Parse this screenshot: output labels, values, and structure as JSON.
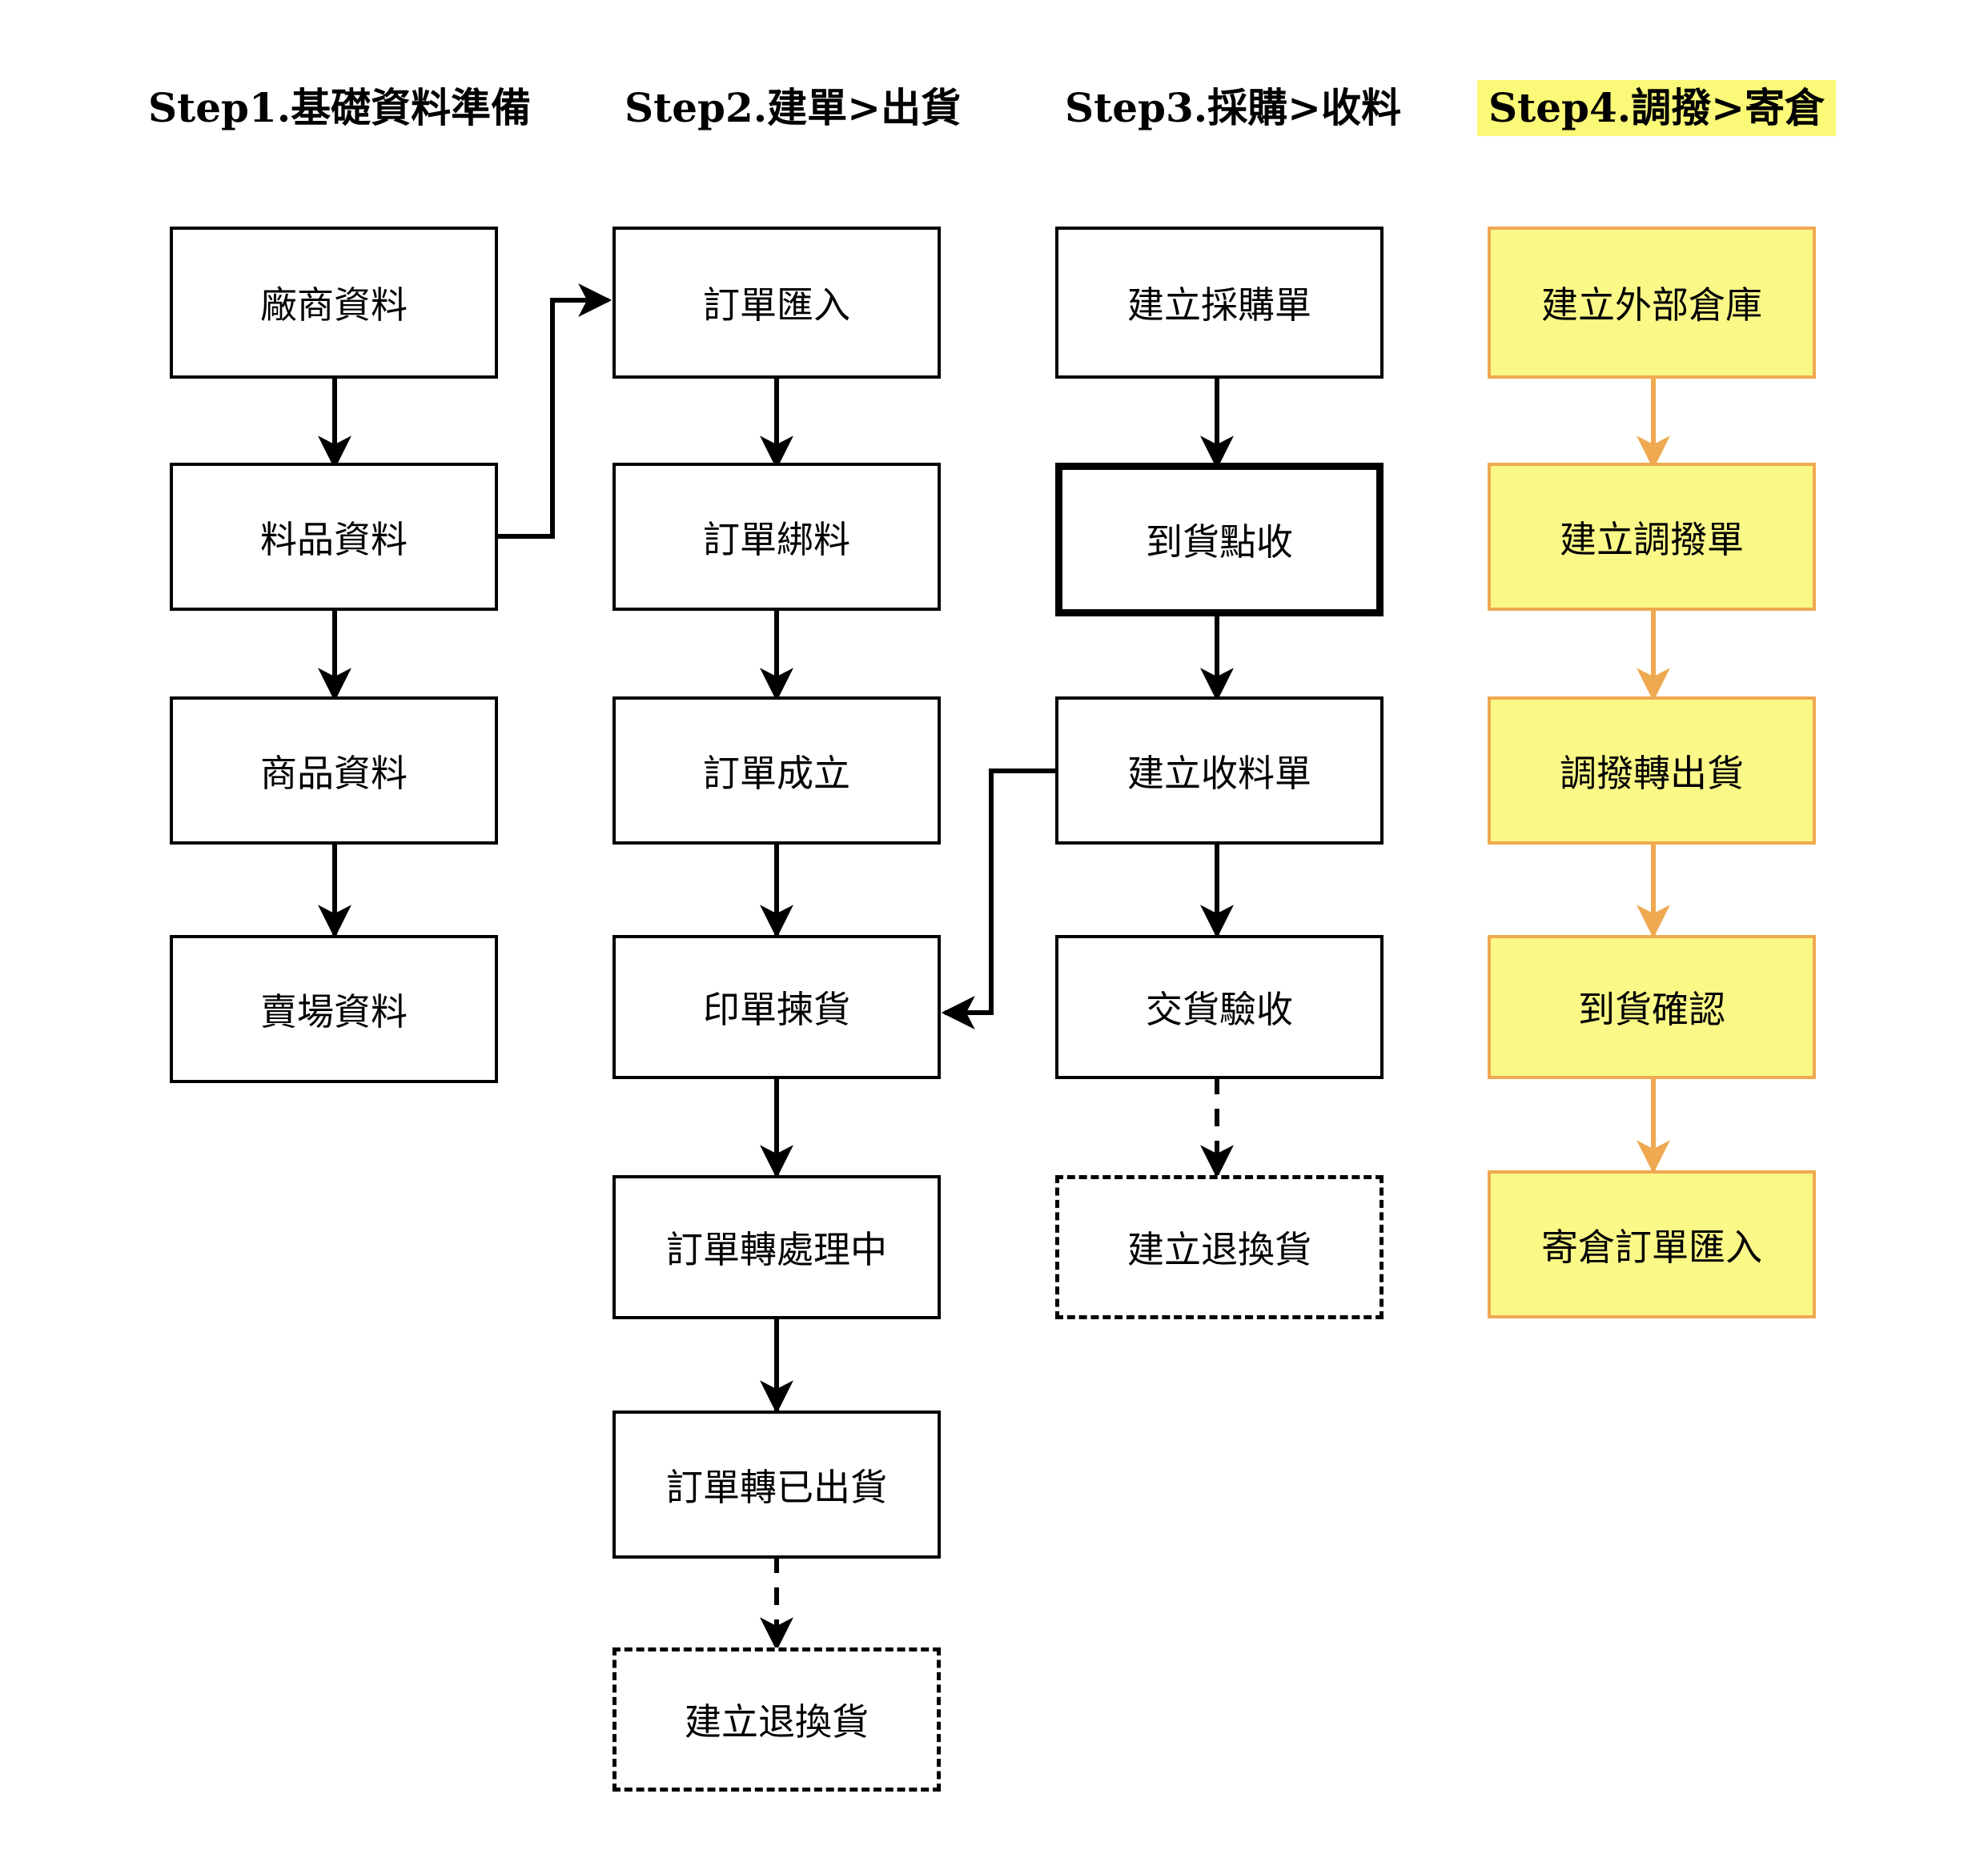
{
  "diagram": {
    "title_row": [
      {
        "id": "step1",
        "label": "Step1.基礎資料準備",
        "highlight": false
      },
      {
        "id": "step2",
        "label": "Step2.建單>出貨",
        "highlight": false
      },
      {
        "id": "step3",
        "label": "Step3.採購>收料",
        "highlight": false
      },
      {
        "id": "step4",
        "label": "Step4.調撥>寄倉",
        "highlight": true
      }
    ],
    "colors": {
      "yellow_fill": "#FAF887",
      "orange_border": "#EFA950",
      "orange_arrow": "#EFA950",
      "highlight_band": "#FAF978",
      "stroke": "#000000",
      "background": "#FFFFFF"
    },
    "columns": [
      {
        "id": "col-step1",
        "title": "Step1.基礎資料準備",
        "nodes": [
          {
            "id": "n1-1",
            "label": "廠商資料",
            "style": "solid"
          },
          {
            "id": "n1-2",
            "label": "料品資料",
            "style": "solid"
          },
          {
            "id": "n1-3",
            "label": "商品資料",
            "style": "solid"
          },
          {
            "id": "n1-4",
            "label": "賣場資料",
            "style": "solid"
          }
        ]
      },
      {
        "id": "col-step2",
        "title": "Step2.建單>出貨",
        "nodes": [
          {
            "id": "n2-1",
            "label": "訂單匯入",
            "style": "solid"
          },
          {
            "id": "n2-2",
            "label": "訂單綁料",
            "style": "solid"
          },
          {
            "id": "n2-3",
            "label": "訂單成立",
            "style": "solid"
          },
          {
            "id": "n2-4",
            "label": "印單揀貨",
            "style": "solid"
          },
          {
            "id": "n2-5",
            "label": "訂單轉處理中",
            "style": "solid"
          },
          {
            "id": "n2-6",
            "label": "訂單轉已出貨",
            "style": "solid"
          },
          {
            "id": "n2-7",
            "label": "建立退換貨",
            "style": "dashed"
          }
        ]
      },
      {
        "id": "col-step3",
        "title": "Step3.採購>收料",
        "nodes": [
          {
            "id": "n3-1",
            "label": "建立採購單",
            "style": "solid"
          },
          {
            "id": "n3-2",
            "label": "到貨點收",
            "style": "thick"
          },
          {
            "id": "n3-3",
            "label": "建立收料單",
            "style": "solid"
          },
          {
            "id": "n3-4",
            "label": "交貨驗收",
            "style": "solid"
          },
          {
            "id": "n3-5",
            "label": "建立退換貨",
            "style": "dashed"
          }
        ]
      },
      {
        "id": "col-step4",
        "title": "Step4.調撥>寄倉",
        "nodes": [
          {
            "id": "n4-1",
            "label": "建立外部倉庫",
            "style": "yellow"
          },
          {
            "id": "n4-2",
            "label": "建立調撥單",
            "style": "yellow"
          },
          {
            "id": "n4-3",
            "label": "調撥轉出貨",
            "style": "yellow"
          },
          {
            "id": "n4-4",
            "label": "到貨確認",
            "style": "yellow"
          },
          {
            "id": "n4-5",
            "label": "寄倉訂單匯入",
            "style": "yellow"
          }
        ]
      }
    ],
    "edges": [
      {
        "from": "n1-1",
        "to": "n1-2",
        "kind": "solid",
        "dir": "down"
      },
      {
        "from": "n1-2",
        "to": "n1-3",
        "kind": "solid",
        "dir": "down"
      },
      {
        "from": "n1-3",
        "to": "n1-4",
        "kind": "solid",
        "dir": "down"
      },
      {
        "from": "n1-2",
        "to": "n2-1",
        "kind": "solid",
        "dir": "elbow-right"
      },
      {
        "from": "n2-1",
        "to": "n2-2",
        "kind": "solid",
        "dir": "down"
      },
      {
        "from": "n2-2",
        "to": "n2-3",
        "kind": "solid",
        "dir": "down"
      },
      {
        "from": "n2-3",
        "to": "n2-4",
        "kind": "solid",
        "dir": "down"
      },
      {
        "from": "n2-4",
        "to": "n2-5",
        "kind": "solid",
        "dir": "down"
      },
      {
        "from": "n2-5",
        "to": "n2-6",
        "kind": "solid",
        "dir": "down"
      },
      {
        "from": "n2-6",
        "to": "n2-7",
        "kind": "dashed",
        "dir": "down"
      },
      {
        "from": "n3-1",
        "to": "n3-2",
        "kind": "solid",
        "dir": "down"
      },
      {
        "from": "n3-2",
        "to": "n3-3",
        "kind": "solid",
        "dir": "down"
      },
      {
        "from": "n3-3",
        "to": "n3-4",
        "kind": "solid",
        "dir": "down"
      },
      {
        "from": "n3-4",
        "to": "n3-5",
        "kind": "dashed",
        "dir": "down"
      },
      {
        "from": "n3-3",
        "to": "n2-4",
        "kind": "solid",
        "dir": "elbow-left"
      },
      {
        "from": "n4-1",
        "to": "n4-2",
        "kind": "solid-orange",
        "dir": "down"
      },
      {
        "from": "n4-2",
        "to": "n4-3",
        "kind": "solid-orange",
        "dir": "down"
      },
      {
        "from": "n4-3",
        "to": "n4-4",
        "kind": "solid-orange",
        "dir": "down"
      },
      {
        "from": "n4-4",
        "to": "n4-5",
        "kind": "solid-orange",
        "dir": "down"
      }
    ]
  }
}
